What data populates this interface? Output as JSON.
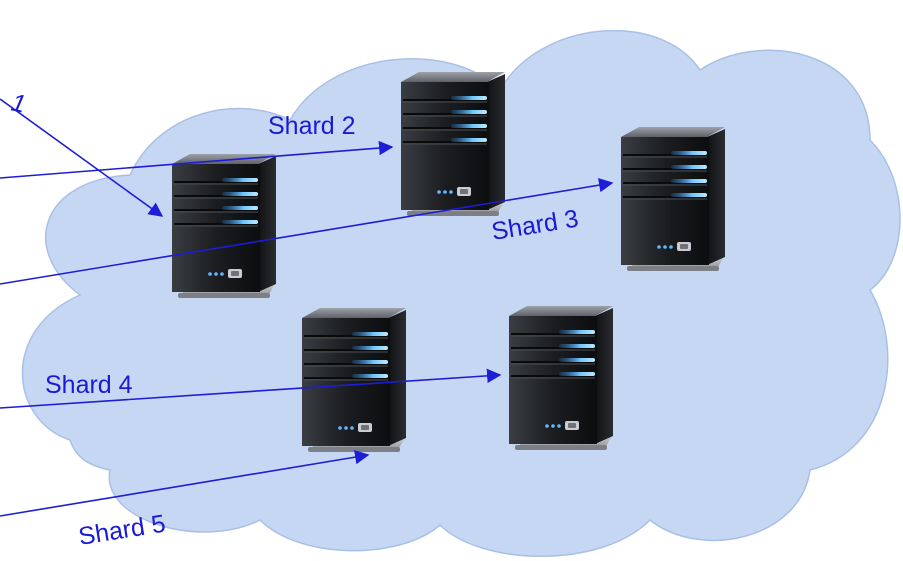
{
  "colors": {
    "cloud_fill": "#c5d7f3",
    "cloud_stroke": "#a9c0e6",
    "arrow": "#1d1dd6",
    "label": "#1a1ad6"
  },
  "labels": {
    "shard1_fragment": "1",
    "shard2": "Shard 2",
    "shard3": "Shard 3",
    "shard4": "Shard 4",
    "shard5": "Shard 5"
  },
  "icons": {
    "server": "server-tower-icon"
  }
}
